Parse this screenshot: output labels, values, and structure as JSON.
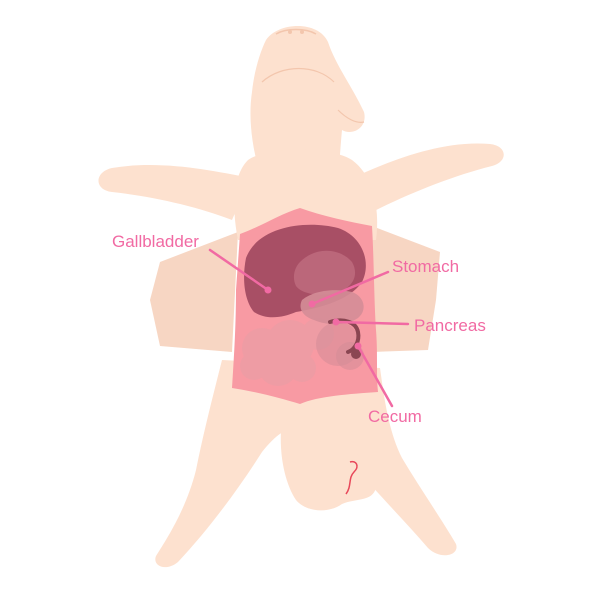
{
  "colors": {
    "skin": "#fde1cf",
    "skin_shadow": "#f6cfb8",
    "flap": "#fbdcc8",
    "cavity": "#f89aa3",
    "liver": "#a84f65",
    "liver_light": "#c26f82",
    "intestine": "#ee9ca4",
    "stomach": "#d48d97",
    "cecum": "#8a4652",
    "umbilical": "#e8485a",
    "label": "#f16aa3"
  },
  "labels": {
    "gallbladder": "Gallbladder",
    "stomach": "Stomach",
    "pancreas": "Pancreas",
    "cecum": "Cecum"
  }
}
